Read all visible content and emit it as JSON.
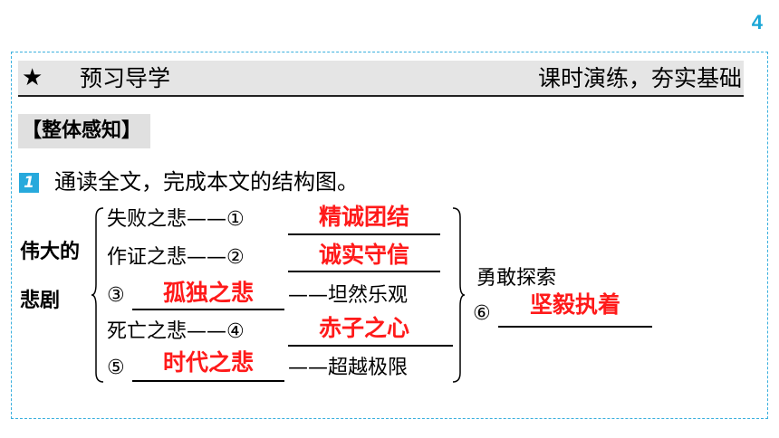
{
  "page_number": "4",
  "section": {
    "star": "★",
    "title": "预习导学",
    "subtitle": "课时演练，夯实基础"
  },
  "sub_heading": "【整体感知】",
  "question": {
    "number": "1",
    "text": "通读全文，完成本文的结构图。"
  },
  "diagram": {
    "left_label_line1": "伟大的",
    "left_label_line2": "悲剧",
    "rows": [
      {
        "prefix": "失败之悲——①",
        "answer": "精诚团结",
        "suffix": ""
      },
      {
        "prefix": "作证之悲——②",
        "answer": "诚实守信",
        "suffix": ""
      },
      {
        "prefix": "③",
        "answer": "孤独之悲",
        "suffix": "——坦然乐观"
      },
      {
        "prefix": "死亡之悲——④",
        "answer": "赤子之心",
        "suffix": ""
      },
      {
        "prefix": "⑤",
        "answer": "时代之悲",
        "suffix": "——超越极限"
      }
    ],
    "right_label": "勇敢探索",
    "right_prefix": "⑥",
    "right_answer": "坚毅执着"
  }
}
